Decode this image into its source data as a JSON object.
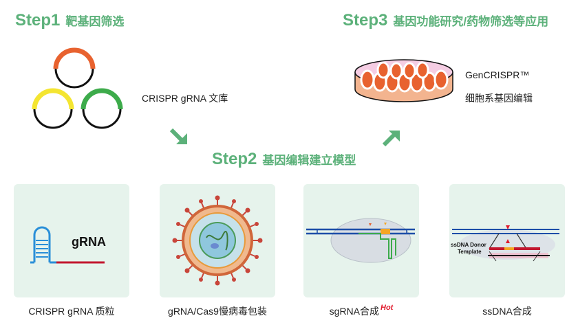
{
  "step1": {
    "num": "Step1",
    "text": "靶基因筛选"
  },
  "step2": {
    "num": "Step2",
    "text": "基因编辑建立模型"
  },
  "step3": {
    "num": "Step3",
    "text": "基因功能研究/药物筛选等应用"
  },
  "library_label": "CRISPR gRNA 文库",
  "gencrispr": {
    "line1": "GenCRISPR™",
    "line2": "细胞系基因编辑"
  },
  "cards": [
    {
      "label": "CRISPR gRNA 质粒",
      "inner": "gRNA"
    },
    {
      "label": "gRNA/Cas9慢病毒包装"
    },
    {
      "label": "sgRNA合成",
      "badge": "Hot"
    },
    {
      "label": "ssDNA合成",
      "inner1": "ssDNA Donor",
      "inner2": "Template"
    }
  ],
  "colors": {
    "green": "#5cb17a",
    "orange": "#e8622f",
    "yellow": "#f4e531",
    "ring_green": "#3dab4b",
    "hot": "#e0192b",
    "card_bg": "#e6f3ec"
  }
}
